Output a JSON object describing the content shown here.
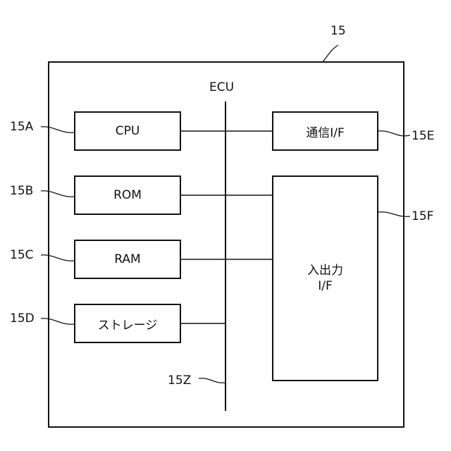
{
  "diagram": {
    "unit_ref": "15",
    "bus_label": "ECU",
    "bus_ref": "15Z",
    "blocks": {
      "cpu": {
        "label": "CPU",
        "ref": "15A"
      },
      "rom": {
        "label": "ROM",
        "ref": "15B"
      },
      "ram": {
        "label": "RAM",
        "ref": "15C"
      },
      "storage": {
        "label": "ストレージ",
        "ref": "15D"
      },
      "comm_if": {
        "label": "通信I/F",
        "ref": "15E"
      },
      "io_if": {
        "label_line1": "入出力",
        "label_line2": "I/F",
        "ref": "15F"
      }
    }
  }
}
